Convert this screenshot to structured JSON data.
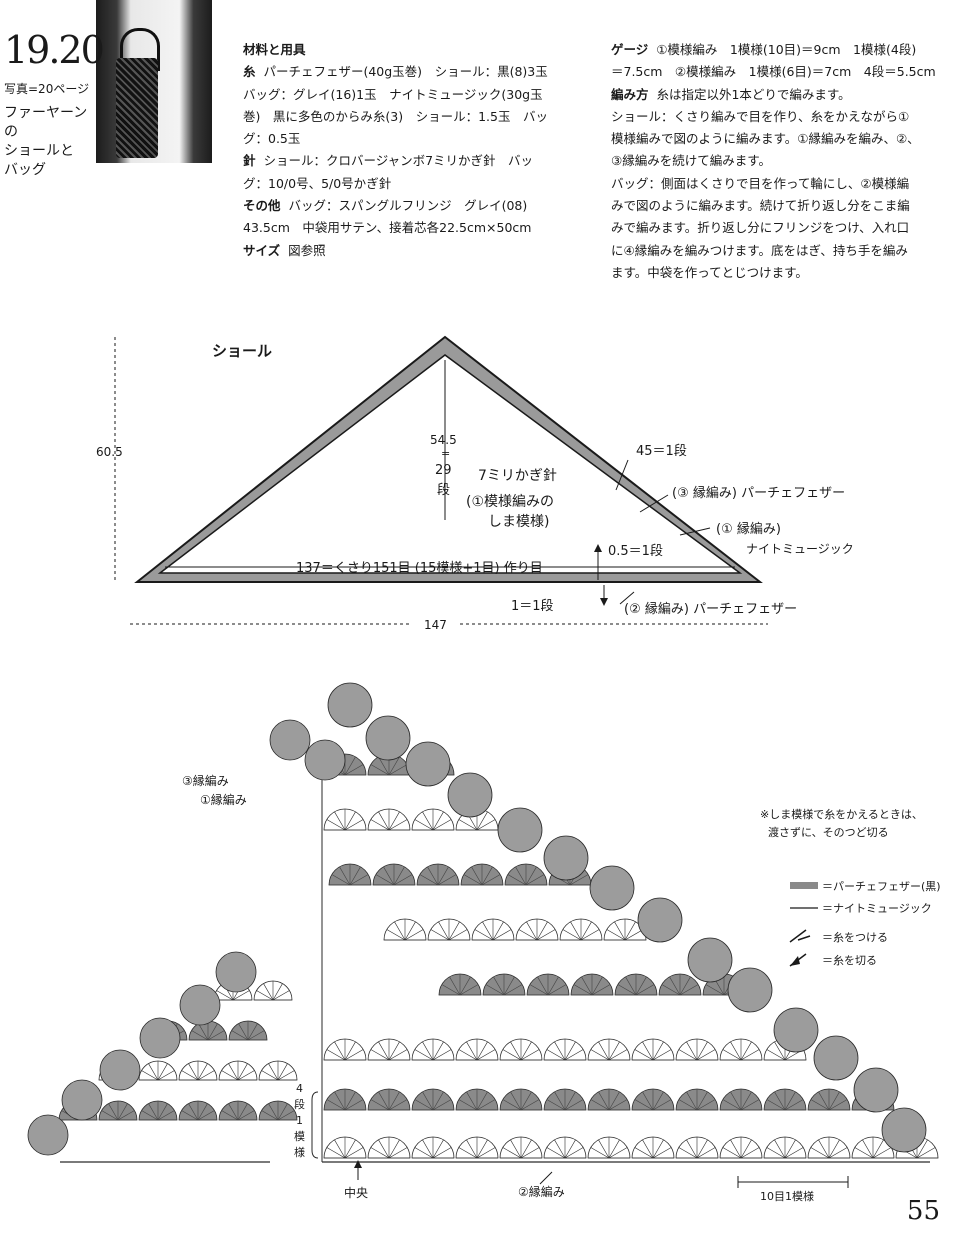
{
  "header": {
    "number": "19.20",
    "page_ref": "写真=20ページ",
    "subtitle": [
      "ファーヤーンの",
      "ショールと",
      "バッグ"
    ],
    "photo_icon": "photo-shawl-and-bag"
  },
  "materials": {
    "lines": [
      [
        "材料と用具",
        ""
      ],
      [
        "糸",
        "パーチェフェザー(40g玉巻)　ショール：黒(8)3玉"
      ],
      [
        "",
        "バッグ：グレイ(16)1玉　ナイトミュージック(30g玉"
      ],
      [
        "",
        "巻)　黒に多色のからみ糸(3)　ショール：1.5玉　バッ"
      ],
      [
        "",
        "グ：0.5玉"
      ],
      [
        "針",
        "ショール：クロバージャンボ7ミリかぎ針　バッ"
      ],
      [
        "",
        "グ：10/0号、5/0号かぎ針"
      ],
      [
        "その他",
        "バッグ：スパングルフリンジ　グレイ(08)"
      ],
      [
        "",
        "43.5cm　中袋用サテン、接着芯各22.5cm×50cm"
      ],
      [
        "サイズ",
        "図参照"
      ]
    ]
  },
  "instructions": {
    "lines": [
      [
        "ゲージ",
        "①模様編み　1模様(10目)＝9cm　1模様(4段)"
      ],
      [
        "",
        "＝7.5cm　②模様編み　1模様(6目)＝7cm　4段＝5.5cm"
      ],
      [
        "編み方",
        "糸は指定以外1本どりで編みます。"
      ],
      [
        "",
        "ショール：くさり編みで目を作り、糸をかえながら①"
      ],
      [
        "",
        "模様編みで図のように編みます。①縁編みを編み、②、"
      ],
      [
        "",
        "③縁編みを続けて編みます。"
      ],
      [
        "",
        "バッグ：側面はくさりで目を作って輪にし、②模様編"
      ],
      [
        "",
        "みで図のように編みます。続けて折り返し分をこま編"
      ],
      [
        "",
        "みで編みます。折り返し分にフリンジをつけ、入れ口"
      ],
      [
        "",
        "に④縁編みを編みつけます。底をはぎ、持ち手を編み"
      ],
      [
        "",
        "ます。中袋を作ってとじつけます。"
      ]
    ]
  },
  "schematic": {
    "title": "ショール",
    "height_total": "60.5",
    "width_total": "147",
    "center_height": [
      "54.5",
      "=",
      "29",
      "段"
    ],
    "needle": "7ミリかぎ針",
    "pattern_label": [
      "(①模様編みの",
      "しま模様)"
    ],
    "foundation": "137＝くさり151目 (15模様+1目) 作り目",
    "edge_45": "45＝1段",
    "edge_05": "0.5＝1段",
    "edge_1": "1＝1段",
    "edging3": "(③ 縁編み) パーチェフェザー",
    "edging1": "(① 縁編み)",
    "edging1_yarn": "ナイトミュージック",
    "edging2": "(② 縁編み) パーチェフェザー"
  },
  "chart": {
    "left_labels": [
      "③縁編み",
      "①縁編み"
    ],
    "note": [
      "※しま模様で糸をかえるときは、",
      "渡さずに、そのつど切る"
    ],
    "legend": [
      {
        "label": "＝パーチェフェザー(黒)",
        "icon": "thick-gray-line"
      },
      {
        "label": "＝ナイトミュージック",
        "icon": "thin-black-line"
      },
      {
        "label": "＝糸をつける",
        "icon": "join-yarn-icon"
      },
      {
        "label": "＝糸を切る",
        "icon": "cut-yarn-icon"
      }
    ],
    "rows_label": [
      "4",
      "段",
      "1",
      "模",
      "様"
    ],
    "center_label": "中央",
    "edging2_label": "②縁編み",
    "repeat_label": "10目1模様",
    "colors": {
      "fan": "#8a8a8a",
      "stitch": "#2a2a2a",
      "edge": "#9c9c9c"
    }
  },
  "page_number": "55"
}
